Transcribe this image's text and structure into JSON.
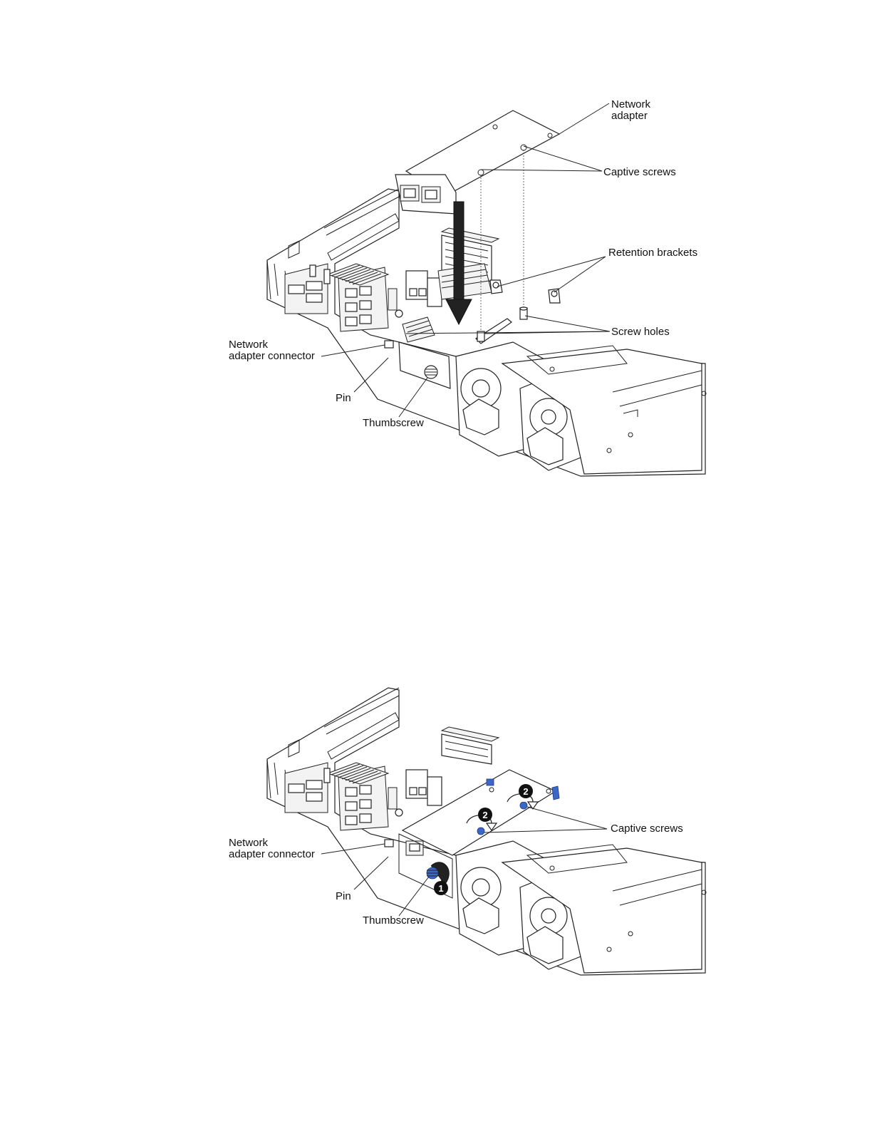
{
  "figure_top": {
    "labels": {
      "network_adapter": "Network\nadapter",
      "captive_screws": "Captive screws",
      "retention_brackets": "Retention brackets",
      "screw_holes": "Screw holes",
      "network_adapter_connector": "Network\nadapter connector",
      "pin": "Pin",
      "thumbscrew": "Thumbscrew"
    }
  },
  "figure_bottom": {
    "labels": {
      "captive_screws": "Captive screws",
      "network_adapter_connector": "Network\nadapter connector",
      "pin": "Pin",
      "thumbscrew": "Thumbscrew"
    },
    "steps": {
      "step_1": "1",
      "step_2a": "2",
      "step_2b": "2"
    }
  },
  "colors": {
    "line": "#222222",
    "screw_highlight": "#3a67c8"
  }
}
